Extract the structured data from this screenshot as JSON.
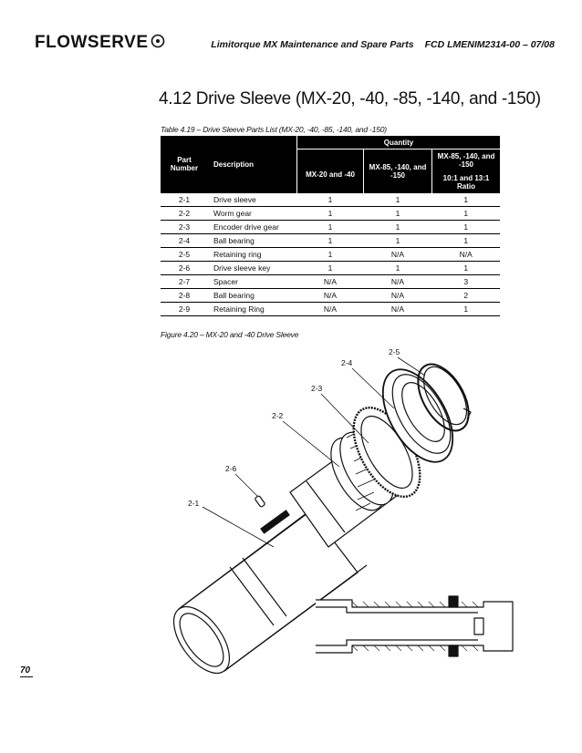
{
  "header": {
    "brand": "FLOWSERVE",
    "document_title": "Limitorque MX Maintenance and Spare Parts",
    "document_code": "FCD LMENIM2314-00 – 07/08"
  },
  "section": {
    "title": "4.12  Drive Sleeve (MX-20, -40, -85, -140, and -150)"
  },
  "table": {
    "caption": "Table 4.19 – Drive Sleeve Parts List (MX-20, -40, -85, -140, and -150)",
    "headers": {
      "part_number": "Part Number",
      "description": "Description",
      "quantity": "Quantity",
      "col1": "MX-20 and -40",
      "col2": "MX-85, -140, and -150",
      "col3_line1": "MX-85, -140, and -150",
      "col3_line2": "10:1 and 13:1 Ratio"
    },
    "rows": [
      {
        "part": "2-1",
        "desc": "Drive sleeve",
        "q1": "1",
        "q2": "1",
        "q3": "1"
      },
      {
        "part": "2-2",
        "desc": "Worm gear",
        "q1": "1",
        "q2": "1",
        "q3": "1"
      },
      {
        "part": "2-3",
        "desc": "Encoder drive gear",
        "q1": "1",
        "q2": "1",
        "q3": "1"
      },
      {
        "part": "2-4",
        "desc": "Ball bearing",
        "q1": "1",
        "q2": "1",
        "q3": "1"
      },
      {
        "part": "2-5",
        "desc": "Retaining ring",
        "q1": "1",
        "q2": "N/A",
        "q3": "N/A"
      },
      {
        "part": "2-6",
        "desc": "Drive sleeve key",
        "q1": "1",
        "q2": "1",
        "q3": "1"
      },
      {
        "part": "2-7",
        "desc": "Spacer",
        "q1": "N/A",
        "q2": "N/A",
        "q3": "3"
      },
      {
        "part": "2-8",
        "desc": "Ball bearing",
        "q1": "N/A",
        "q2": "N/A",
        "q3": "2"
      },
      {
        "part": "2-9",
        "desc": "Retaining Ring",
        "q1": "N/A",
        "q2": "N/A",
        "q3": "1"
      }
    ]
  },
  "figure": {
    "caption": "Figure 4.20 – MX-20 and -40 Drive Sleeve",
    "callouts": {
      "c21": "2-1",
      "c22": "2-2",
      "c23": "2-3",
      "c24": "2-4",
      "c25": "2-5",
      "c26": "2-6"
    }
  },
  "footer": {
    "page_number": "70"
  }
}
